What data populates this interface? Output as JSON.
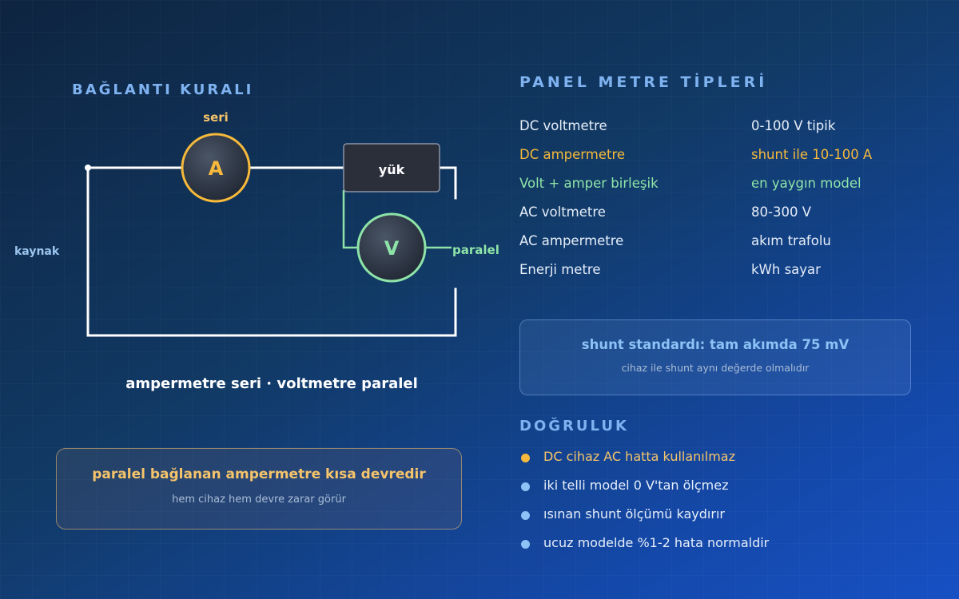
{
  "colors": {
    "heading": "#7fb2f0",
    "orange": "#f6b93b",
    "green": "#8ee4a8",
    "blue_dot": "#8cc2f5",
    "text": "#e6eef9"
  },
  "left": {
    "heading": "BAĞLANTI KURALI",
    "circuit": {
      "series_label": "seri",
      "ammeter_symbol": "A",
      "load_label": "yük",
      "voltmeter_symbol": "V",
      "parallel_label": "paralel",
      "source_label": "kaynak"
    },
    "caption": "ampermetre seri · voltmetre paralel",
    "warning": {
      "title": "paralel bağlanan ampermetre kısa devredir",
      "subtitle": "hem cihaz hem devre zarar görür"
    }
  },
  "right": {
    "heading": "PANEL METRE TİPLERİ",
    "types": [
      {
        "name": "DC voltmetre",
        "value": "0-100 V tipik",
        "color": "#e6eef9"
      },
      {
        "name": "DC ampermetre",
        "value": "shunt ile 10-100 A",
        "color": "#f6b93b"
      },
      {
        "name": "Volt + amper birleşik",
        "value": "en yaygın model",
        "color": "#8ee4a8"
      },
      {
        "name": "AC voltmetre",
        "value": "80-300 V",
        "color": "#e6eef9"
      },
      {
        "name": "AC ampermetre",
        "value": "akım trafolu",
        "color": "#e6eef9"
      },
      {
        "name": "Enerji metre",
        "value": "kWh sayar",
        "color": "#e6eef9"
      }
    ],
    "shunt_box": {
      "title": "shunt standardı: tam akımda 75 mV",
      "subtitle": "cihaz ile shunt aynı değerde olmalıdır"
    },
    "accuracy_heading": "DOĞRULUK",
    "accuracy": [
      {
        "text": "DC cihaz AC hatta kullanılmaz",
        "color": "#f6c46a",
        "dot": "#f6b93b"
      },
      {
        "text": "iki telli model 0 V'tan ölçmez",
        "color": "#e6eef9",
        "dot": "#8cc2f5"
      },
      {
        "text": "ısınan shunt ölçümü kaydırır",
        "color": "#e6eef9",
        "dot": "#8cc2f5"
      },
      {
        "text": "ucuz modelde %1-2 hata normaldir",
        "color": "#e6eef9",
        "dot": "#8cc2f5"
      }
    ]
  }
}
